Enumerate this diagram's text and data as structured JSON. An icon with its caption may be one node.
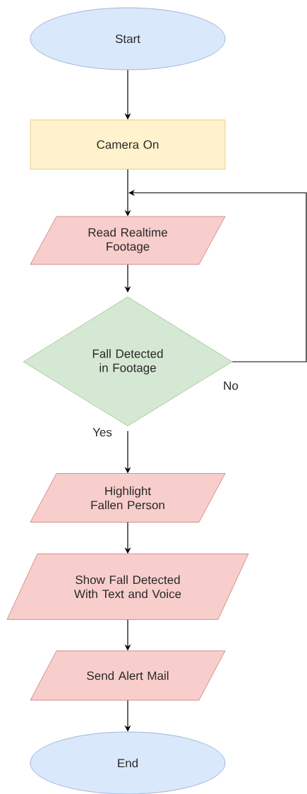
{
  "diagram": {
    "nodes": [
      {
        "text": [
          "Start"
        ]
      },
      {
        "text": [
          "Camera On"
        ]
      },
      {
        "text": [
          "Read Realtime Footage"
        ]
      },
      {
        "text": [
          "Fall Detected in Footage"
        ]
      },
      {
        "text": [
          "Highlight Fallen Person"
        ]
      },
      {
        "text": [
          "Show Fall Detected With Text and Voice"
        ]
      },
      {
        "text": [
          "Send Alert Mail"
        ]
      },
      {
        "text": [
          "End"
        ]
      }
    ],
    "edges": [
      {
        "from": 0,
        "to": 1,
        "arrow": "to"
      },
      {
        "from": 1,
        "to": 2,
        "arrow": "to"
      },
      {
        "from": 2,
        "to": 3,
        "arrow": "to"
      },
      {
        "from": 3,
        "to": 4,
        "arrow": "to",
        "label": "Yes"
      },
      {
        "from": 3,
        "to": 2,
        "arrow": "to",
        "label": "No"
      },
      {
        "from": 4,
        "to": 5,
        "arrow": "to"
      },
      {
        "from": 5,
        "to": 6,
        "arrow": "to"
      },
      {
        "from": 6,
        "to": 7,
        "arrow": "to"
      }
    ]
  }
}
